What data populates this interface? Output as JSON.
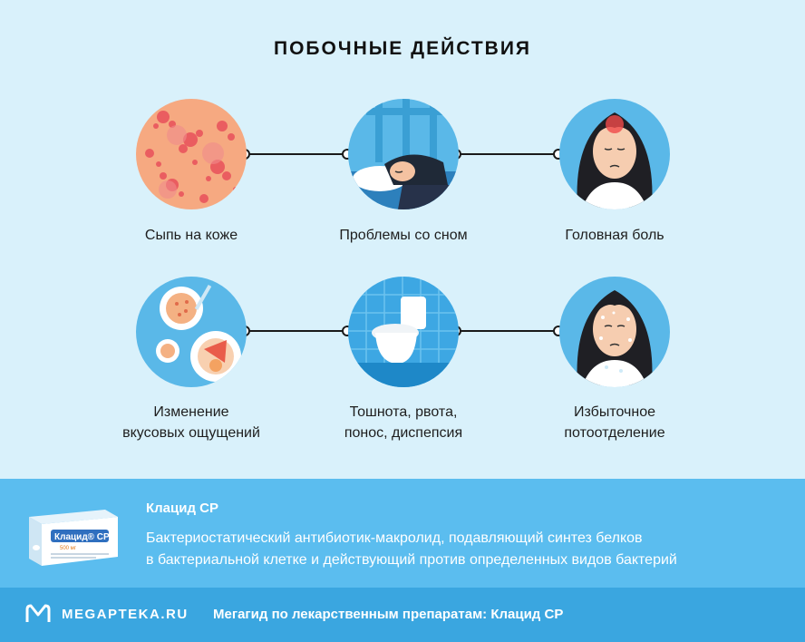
{
  "title": "ПОБОЧНЫЕ ДЕЙСТВИЯ",
  "effects": [
    {
      "label_line1": "Сыпь на коже",
      "label_line2": "",
      "icon": "skin-rash-icon"
    },
    {
      "label_line1": "Проблемы со сном",
      "label_line2": "",
      "icon": "sleeping-woman-icon"
    },
    {
      "label_line1": "Головная боль",
      "label_line2": "",
      "icon": "headache-woman-icon"
    },
    {
      "label_line1": "Изменение",
      "label_line2": "вкусовых ощущений",
      "icon": "food-plates-icon"
    },
    {
      "label_line1": "Тошнота, рвота,",
      "label_line2": "понос, диспепсия",
      "icon": "toilet-icon"
    },
    {
      "label_line1": "Избыточное",
      "label_line2": "потоотделение",
      "icon": "sweating-woman-icon"
    }
  ],
  "drug": {
    "name": "Клацид СР",
    "description_line1": "Бактериостатический антибиотик-макролид, подавляющий синтез белков",
    "description_line2": "в бактериальной клетке и действующий против определенных видов бактерий",
    "box_label": "Клацид® СР",
    "box_dose": "500 мг"
  },
  "footer": {
    "brand": "MEGAPTEKA.RU",
    "guide": "Мегагид по лекарственным препаратам: Клацид СР"
  },
  "colors": {
    "background": "#d9f1fb",
    "band": "#5bbdef",
    "footer": "#3aa6e0",
    "circle": "#5ab8e8"
  }
}
